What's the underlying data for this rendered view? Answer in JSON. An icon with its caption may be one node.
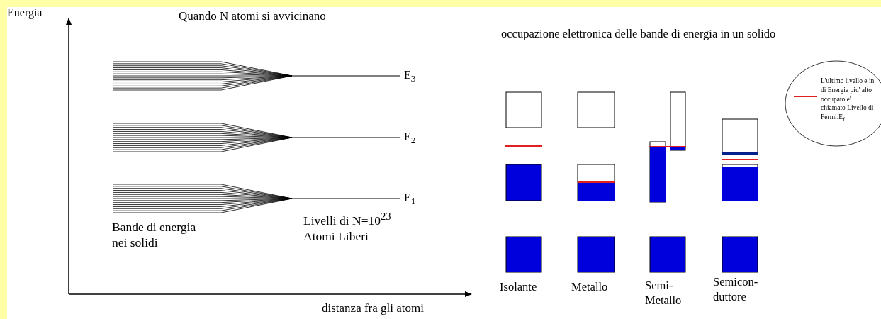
{
  "diagram": {
    "nodes": [
      {
        "text": [
          "L'ultimo livello e in di Energia piu' alto occupato e' chiamato Livello di Fermi:E$_{f}$"
        ]
      }
    ],
    "edges": [],
    "labels": [
      "Energia",
      "Quando N atomi si avvicinano",
      "occupazione elettronica delle bande di energia in un solido",
      "E$_{3}$",
      "E$_{2}$",
      "E$_{1}$",
      "Bande di energia nei solidi",
      "Livelli di N=10$^{23}$ Atomi Liberi",
      "distanza fra gli atomi",
      "Isolante",
      "Metallo",
      "Semi- Metallo",
      "Semicon- duttore"
    ]
  }
}
